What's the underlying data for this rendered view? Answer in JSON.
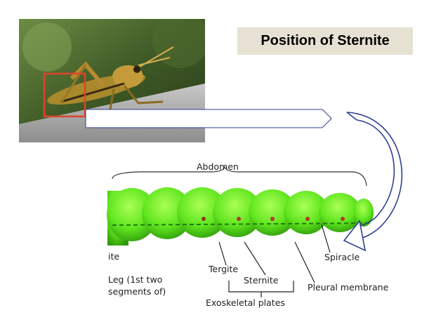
{
  "title": "Position of Sternite",
  "diagram": {
    "header_label": "Abdomen",
    "partial_label": "ite",
    "leg_label_line1": "Leg (1st two",
    "leg_label_line2": "segments of)",
    "tergite_label": "Tergite",
    "sternite_label": "Sternite",
    "spiracle_label": "Spiracle",
    "pleural_label": "Pleural membrane",
    "exoskeletal_label": "Exoskeletal plates"
  },
  "colors": {
    "highlight_box": "#e0432a",
    "arrow_outline": "#2f3f8f",
    "abdomen_green": "#66ee22",
    "title_bg": "#e6e1d3"
  }
}
